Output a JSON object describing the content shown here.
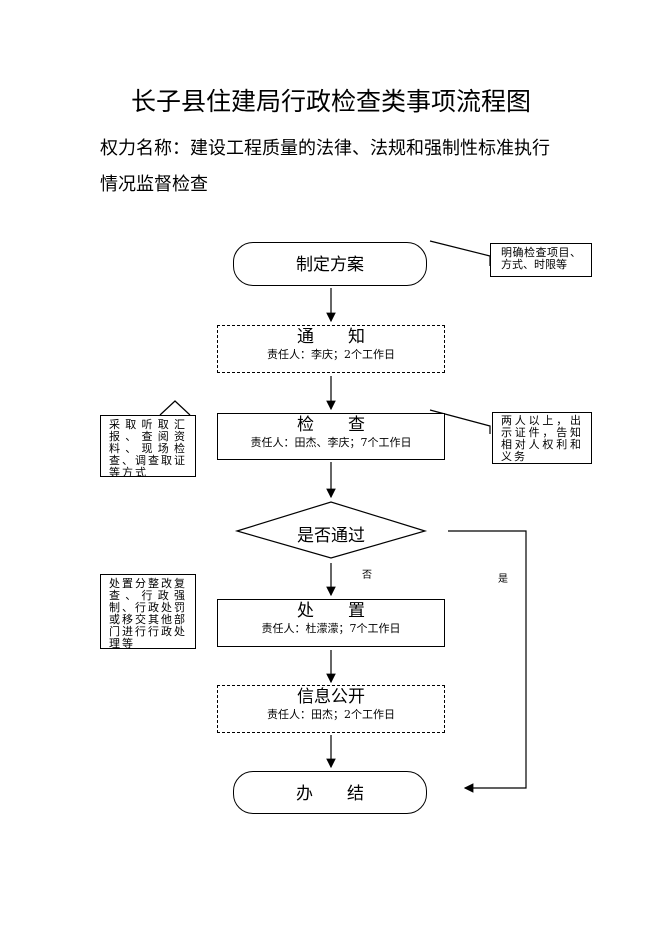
{
  "title": "长子县住建局行政检查类事项流程图",
  "power_name_line1": "权力名称：建设工程质量的法律、法规和强制性标准执行",
  "power_name_line2": "情况监督检查",
  "nodes": {
    "plan": {
      "title": "制定方案"
    },
    "notify": {
      "title": "通　　知",
      "sub": "责任人：李庆；2个工作日"
    },
    "inspect": {
      "title": "检　　查",
      "sub": "责任人：田杰、李庆；7个工作日"
    },
    "decision": {
      "title": "是否通过"
    },
    "handle": {
      "title": "处　　置",
      "sub": "责任人：杜濛濛；7个工作日"
    },
    "publish": {
      "title": "信息公开",
      "sub": "责任人：田杰；2个工作日"
    },
    "finish": {
      "title": "办　　结"
    }
  },
  "notes": {
    "plan_note": "明确检查项目、方式、时限等",
    "inspect_right": "两人以上，出示证件，告知相对人权利和义务",
    "inspect_left": "采取听取汇报、查阅资料、现场检查、调查取证等方式",
    "handle_left": "处置分整改复查、行政强制、行政处罚或移交其他部门进行行政处理等"
  },
  "labels": {
    "no": "否",
    "yes": "是"
  }
}
